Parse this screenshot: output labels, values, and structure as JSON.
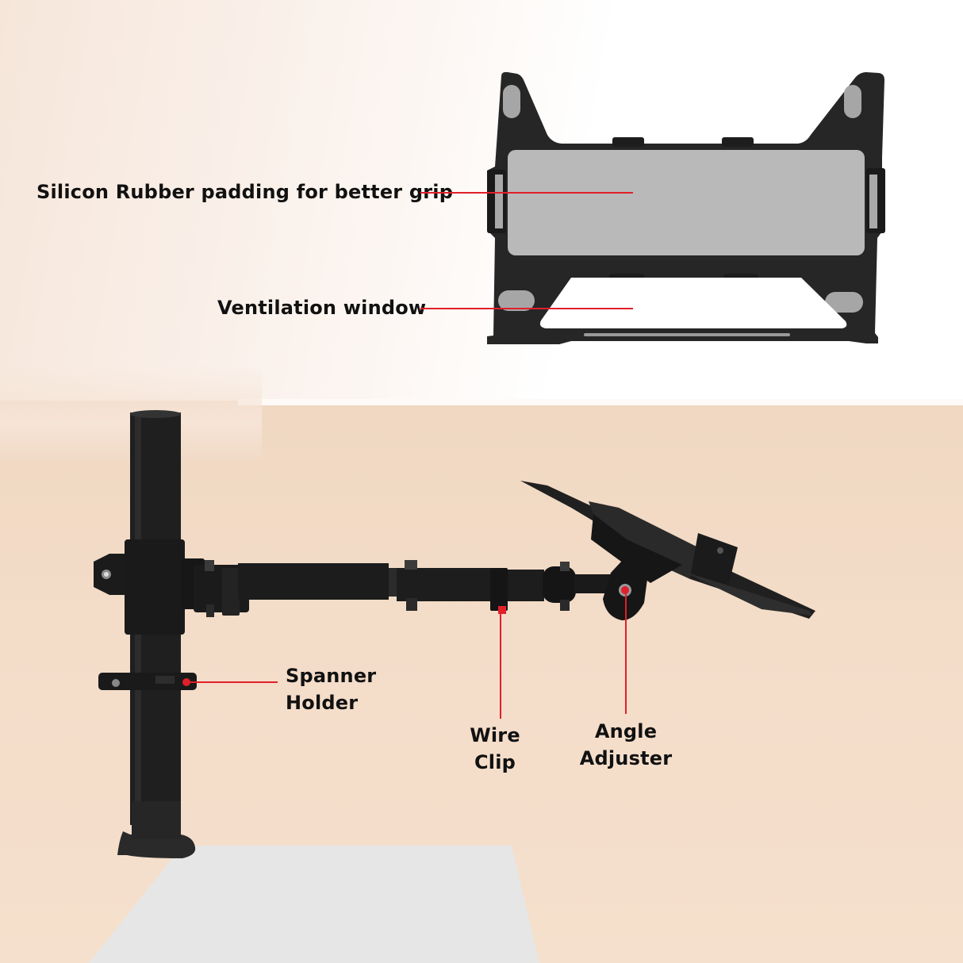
{
  "infographic": {
    "title": "Laptop tray monitor arm feature callouts",
    "top_section": {
      "product": "laptop-tray-plate",
      "callouts": [
        {
          "label": "Silicon Rubber padding for better grip"
        },
        {
          "label": "Ventilation window"
        }
      ]
    },
    "bottom_section": {
      "product": "single-arm-desk-mount-with-tray",
      "callouts": [
        {
          "label_line1": "Spanner",
          "label_line2": "Holder"
        },
        {
          "label_line1": "Wire",
          "label_line2": "Clip"
        },
        {
          "label_line1": "Angle",
          "label_line2": "Adjuster"
        }
      ]
    },
    "colors": {
      "leader_line": "#e0202a",
      "text": "#111111",
      "steel": "#1c1c1c",
      "rubber_pad": "#b8b8b8",
      "background_top": "#ffffff",
      "background_bottom": "#f2dac5",
      "desk": "#e6e6e6"
    }
  }
}
